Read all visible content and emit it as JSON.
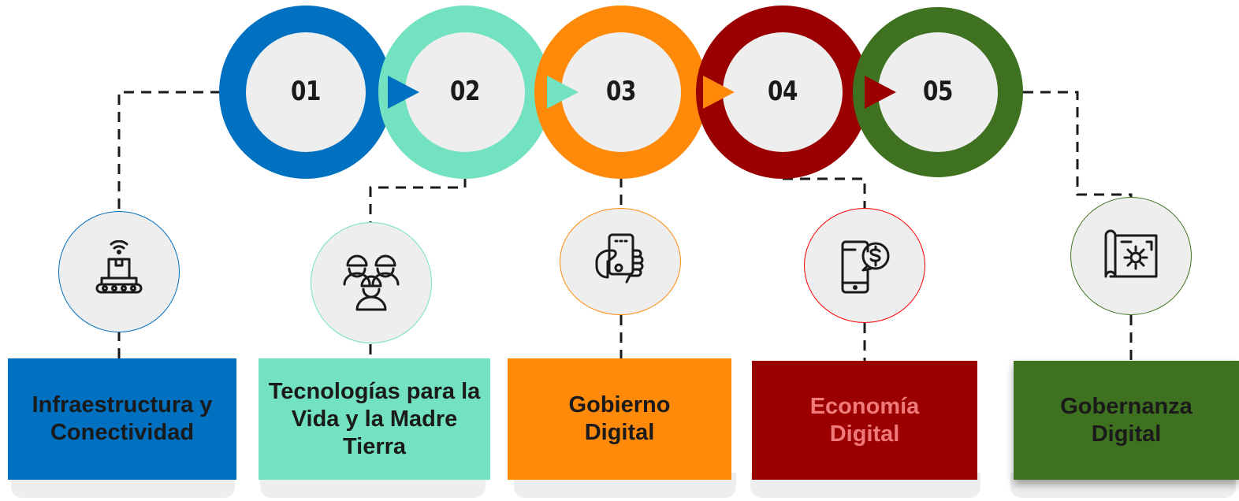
{
  "steps": [
    {
      "number": "01",
      "label": "Infraestructura y Conectividad",
      "color": "#0070c0",
      "label_text_color": "#1a1a1a",
      "icon": "conveyor-wifi-box-icon",
      "icon_border": "#0070c0"
    },
    {
      "number": "02",
      "label": "Tecnologías para la Vida y la Madre Tierra",
      "color": "#73e2c0",
      "label_text_color": "#1a1a1a",
      "icon": "workers-group-icon",
      "icon_border": "#73e2c0"
    },
    {
      "number": "03",
      "label": "Gobierno Digital",
      "color": "#ff8a0a",
      "label_text_color": "#1a1a1a",
      "icon": "hand-phone-icon",
      "icon_border": "#ff8a0a"
    },
    {
      "number": "04",
      "label": "Economía Digital",
      "color": "#9b0000",
      "label_text_color": "#f07a7a",
      "icon": "phone-dollar-icon",
      "icon_border": "#ff0000"
    },
    {
      "number": "05",
      "label": "Gobernanza Digital",
      "color": "#3f7220",
      "label_text_color": "#1a1a1a",
      "icon": "blueprint-gear-icon",
      "icon_border": "#3f7220"
    }
  ]
}
